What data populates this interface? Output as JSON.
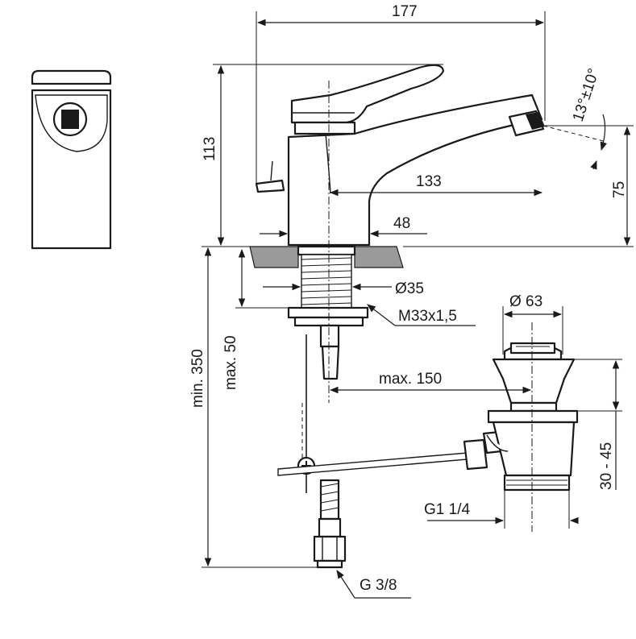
{
  "dimensions": {
    "overall_length": "177",
    "overall_height": "113",
    "spout_reach": "133",
    "spout_height": "75",
    "base_offset": "48",
    "shank_diameter": "Ø35",
    "thread": "M33x1,5",
    "max_deck_thickness": "max. 50",
    "min_install_height": "min. 350",
    "max_rod_distance": "max. 150",
    "waste_diameter": "Ø 63",
    "waste_height_range": "30 - 45",
    "waste_thread": "G1 1/4",
    "supply_thread": "G 3/8",
    "aerator_angle": "13°±10°"
  }
}
